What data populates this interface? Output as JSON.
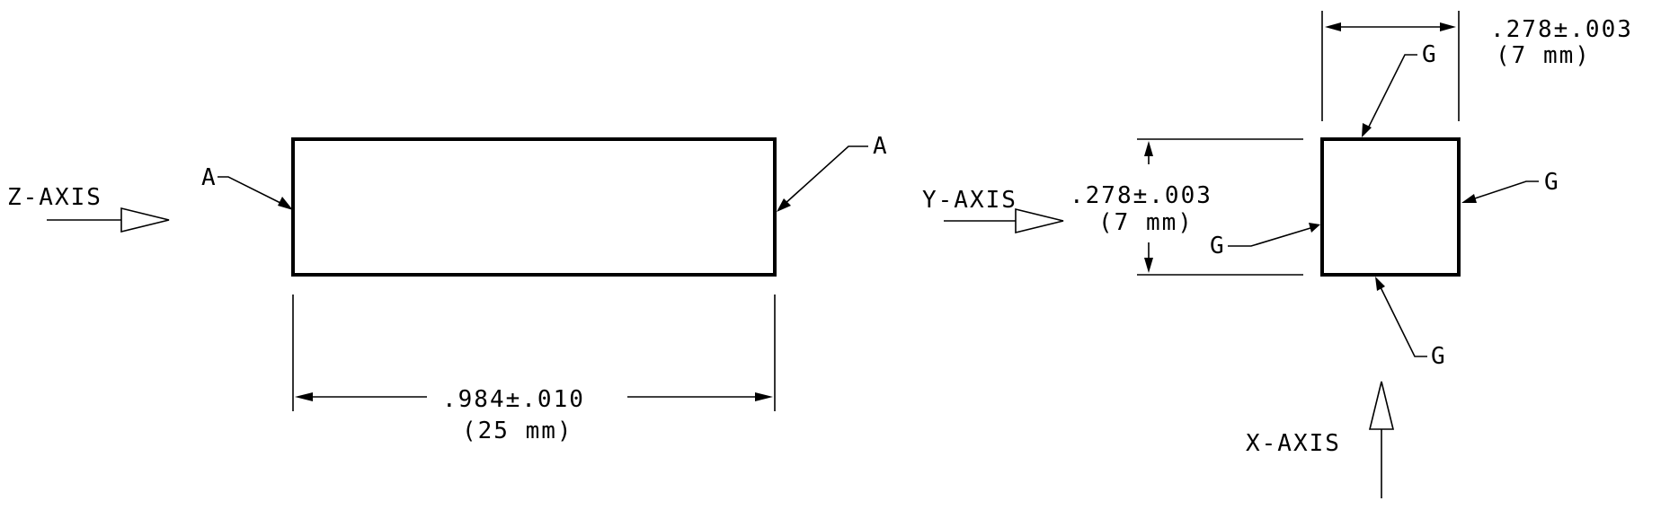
{
  "z_view": {
    "axis_label": "Z-AXIS",
    "face_label_left": "A",
    "face_label_right": "A",
    "length_dim": ".984±.010",
    "length_dim_mm": "(25 mm)"
  },
  "y_view": {
    "axis_label": "Y-AXIS",
    "height_dim": ".278±.003",
    "height_dim_mm": "(7 mm)"
  },
  "x_view": {
    "axis_label": "X-AXIS",
    "width_dim": ".278±.003",
    "width_dim_mm": "(7 mm)",
    "face_label_top": "G",
    "face_label_right": "G",
    "face_label_left": "G",
    "face_label_bottom": "G"
  },
  "colors": {
    "ink": "#000000",
    "paper": "#ffffff"
  }
}
